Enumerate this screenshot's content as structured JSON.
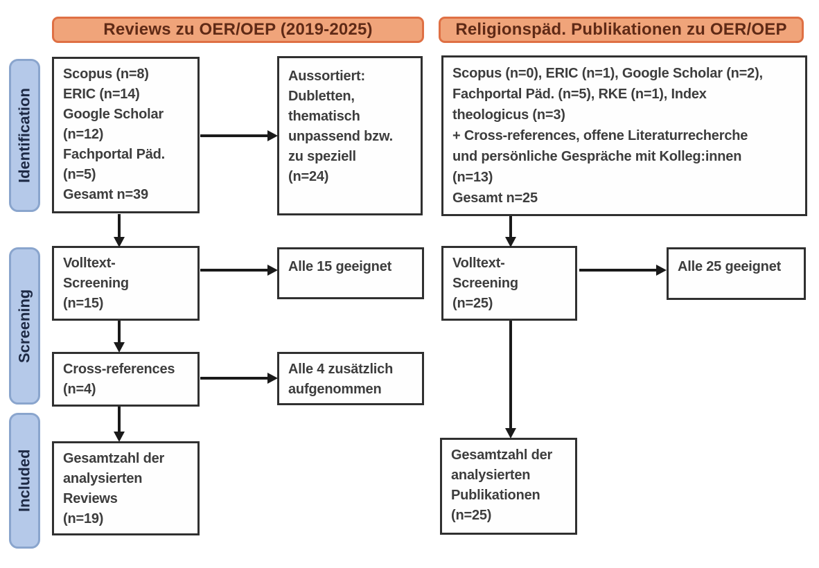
{
  "column_headers": {
    "left": {
      "label": "Reviews zu OER/OEP (2019-2025)"
    },
    "right": {
      "label": "Religionspäd. Publikationen zu OER/OEP"
    }
  },
  "stage_labels": {
    "identification": "Identification",
    "screening": "Screening",
    "included": "Included"
  },
  "boxes": {
    "reviews_sources": {
      "lines": [
        "Scopus (n=8)",
        "ERIC (n=14)",
        "Google Scholar",
        "(n=12)",
        "Fachportal Päd.",
        "(n=5)",
        "Gesamt n=39"
      ]
    },
    "reviews_excluded": {
      "lines": [
        "Aussortiert:",
        "Dubletten,",
        "thematisch",
        "unpassend bzw.",
        "zu speziell",
        "(n=24)"
      ]
    },
    "relpaed_sources": {
      "lines": [
        "Scopus (n=0), ERIC (n=1), Google Scholar (n=2),",
        "Fachportal Päd. (n=5), RKE (n=1), Index",
        "theologicus (n=3)",
        "+ Cross-references, offene Literaturrecherche",
        "und persönliche Gespräche mit Kolleg:innen",
        "(n=13)",
        "Gesamt n=25"
      ]
    },
    "reviews_fulltext": {
      "lines": [
        "Volltext-",
        "Screening",
        "(n=15)"
      ]
    },
    "reviews_fulltext_result": {
      "lines": [
        "Alle 15 geeignet"
      ]
    },
    "relpaed_fulltext": {
      "lines": [
        "Volltext-",
        "Screening",
        "(n=25)"
      ]
    },
    "relpaed_fulltext_result": {
      "lines": [
        "Alle 25 geeignet"
      ]
    },
    "reviews_crossreferences": {
      "lines": [
        "Cross-references",
        "(n=4)"
      ]
    },
    "reviews_crossref_result": {
      "lines": [
        "Alle 4 zusätzlich",
        "aufgenommen"
      ]
    },
    "reviews_included_total": {
      "lines": [
        "Gesamtzahl der",
        "analysierten",
        "Reviews",
        "(n=19)"
      ]
    },
    "relpaed_included_total": {
      "lines": [
        "Gesamtzahl der",
        "analysierten",
        "Publikationen",
        "(n=25)"
      ]
    }
  },
  "colors": {
    "header_fill": "#F0A47A",
    "header_border": "#DF7044",
    "header_text": "#5F2A16",
    "stage_fill": "#B5C9E9",
    "stage_border": "#8AA5CD",
    "stage_text": "#1E2A45",
    "box_border": "#303030",
    "box_text": "#3D3D3D",
    "arrow": "#1A1A1A",
    "background": "#FFFFFF"
  }
}
